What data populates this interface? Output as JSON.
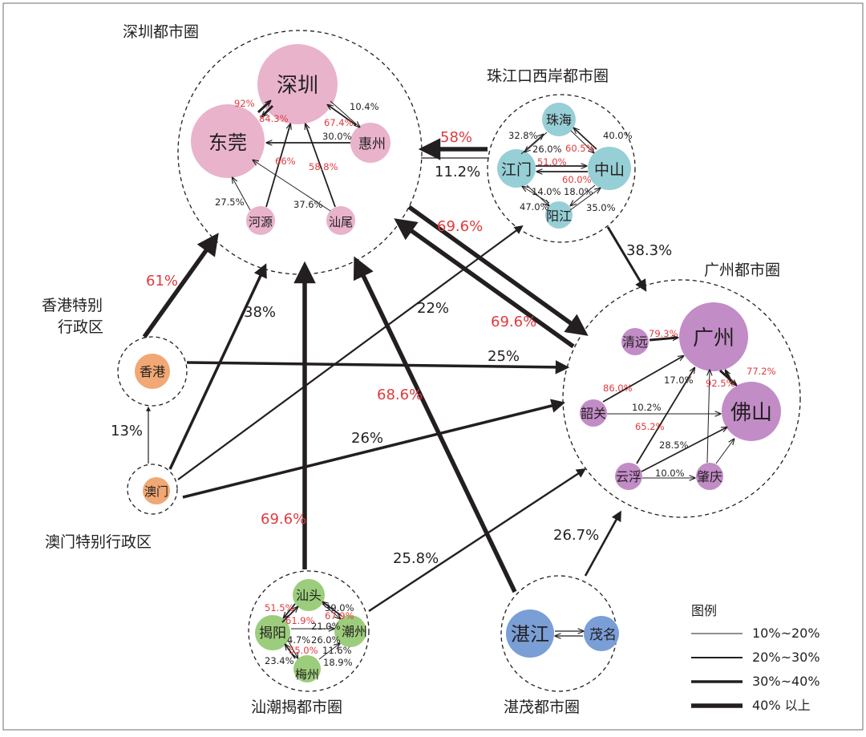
{
  "colors": {
    "shenzhen": "#e9b3cc",
    "west": "#97cfd6",
    "guangzhou": "#c28cc7",
    "hongkong": "#f1a874",
    "macau": "#f1a874",
    "shantou": "#9ccd7c",
    "zhanjiang": "#7a9ed6",
    "red": "#e03a3e",
    "dark": "#231f20"
  },
  "regions": {
    "shenzhen": "深圳都市圈",
    "west": "珠江口西岸都市圈",
    "guangzhou": "广州都市圈",
    "hongkong_l1": "香港特别",
    "hongkong_l2": "行政区",
    "macau": "澳门特别行政区",
    "shantou": "汕潮揭都市圈",
    "zhanjiang": "湛茂都市圈"
  },
  "cities": {
    "shenzhen": "深圳",
    "dongguan": "东莞",
    "huizhou": "惠州",
    "heyuan": "河源",
    "shanwei": "汕尾",
    "zhuhai": "珠海",
    "jiangmen": "江门",
    "zhongshan": "中山",
    "yangjiang": "阳江",
    "guangzhou": "广州",
    "foshan": "佛山",
    "qingyuan": "清远",
    "shaoguan": "韶关",
    "yunfu": "云浮",
    "zhaoqing": "肇庆",
    "hongkong": "香港",
    "macau": "澳门",
    "shantou": "汕头",
    "jieyang": "揭阳",
    "chaozhou": "潮州",
    "meizhou": "梅州",
    "zhanjiang": "湛江",
    "maoming": "茂名"
  },
  "inter_labels": {
    "hk_sz": "61%",
    "macau_sz": "38%",
    "macau_hk": "13%",
    "macau_west": "22%",
    "macau_gz": "26%",
    "hk_gz": "25%",
    "sz_gz_1": "69.6%",
    "sz_gz_2": "69.6%",
    "west_sz_58": "58%",
    "west_sz_112": "11.2%",
    "west_gz": "38.3%",
    "zj_sz": "68.6%",
    "st_sz": "69.6%",
    "st_gz": "25.8%",
    "zj_gz": "26.7%"
  },
  "intra_labels": {
    "sz_dg_92": "92%",
    "sz_dg_843": "84.3%",
    "sz_hz_104": "10.4%",
    "sz_hz_674": "67.4%",
    "hz_dg_30": "30.0%",
    "hy_sz_66": "66%",
    "sw_sz_588": "58.8%",
    "hy_dg_275": "27.5%",
    "sw_dg_376": "37.6%",
    "zh_jm_328": "32.8%",
    "zh_zs_40": "40.0%",
    "zh_jm_26": "26.0%",
    "zh_zs_605": "60.5%",
    "jm_zs_51": "51.0%",
    "zs_jm_60": "60.0%",
    "jm_yj_14": "14.0%",
    "zs_yj_18": "18.0%",
    "yj_jm_47": "47.0%",
    "yj_zs_35": "35.0%",
    "qy_gz_793": "79.3%",
    "fs_gz_772": "77.2%",
    "gz_fs_925": "92.5%",
    "sg_gz_860": "86.0%",
    "sg_gz_170": "17.0%",
    "sg_fs_102": "10.2%",
    "yf_gz_652": "65.2%",
    "yf_fs_285": "28.5%",
    "yf_zq_100": "10.0%",
    "st_jy_515": "51.5%",
    "st_cz_390": "39.0%",
    "jy_st_619": "61.9%",
    "cz_st_679": "67.9%",
    "jy_cz_210": "21.0%",
    "jy_mz_47": "4.7%",
    "cz_mz_260": "26.0%",
    "mz_jy_550": "55.0%",
    "mz_cz_116": "11.6%",
    "jy_mz_234": "23.4%",
    "mz_cz_189": "18.9%"
  },
  "legend": {
    "title": "图例",
    "items": [
      "10%~20%",
      "20%~30%",
      "30%~40%",
      "40% 以上"
    ]
  }
}
